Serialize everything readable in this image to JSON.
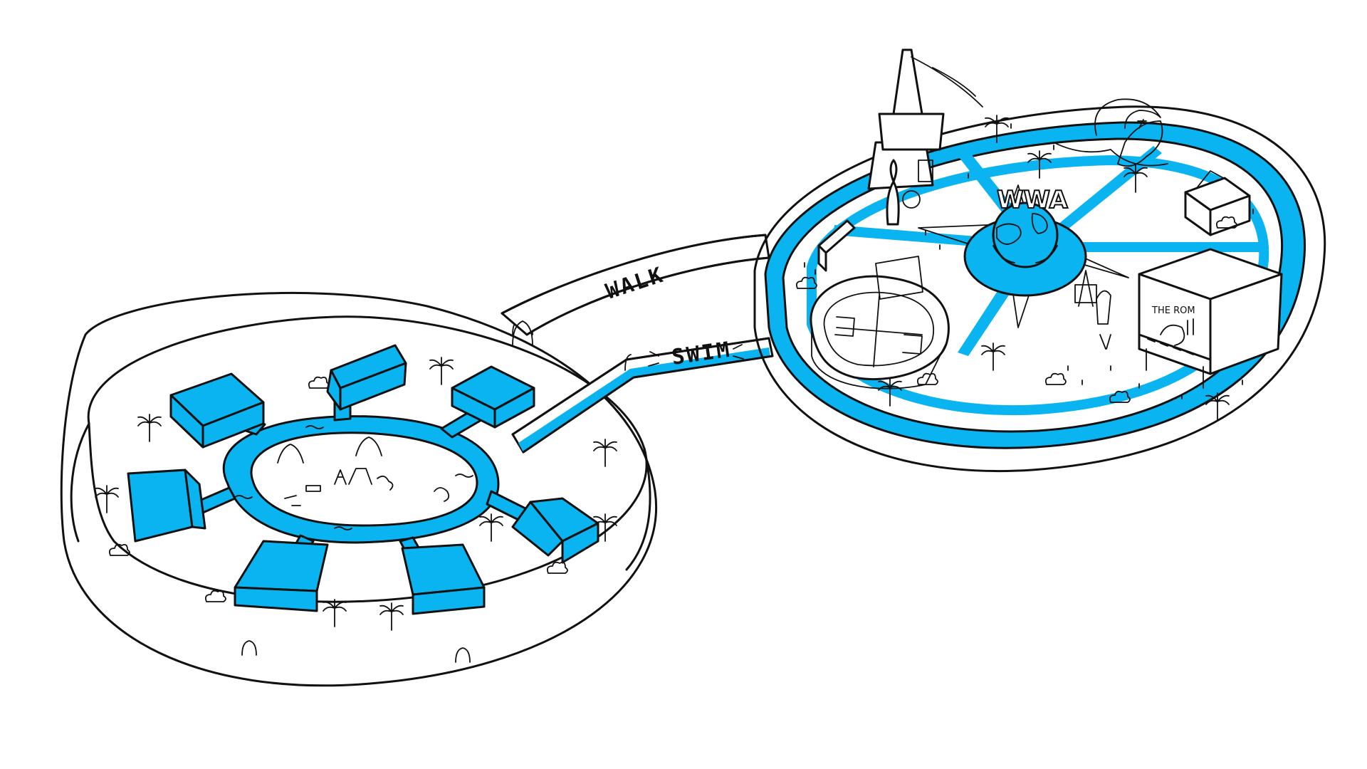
{
  "labels": {
    "walk_bridge": "WALK",
    "swim_channel": "SWIM",
    "globe_sign": "WWA",
    "billboard": "THE ROM"
  },
  "colors": {
    "accent": "#0ab4f0",
    "ink": "#111111",
    "background": "#ffffff"
  },
  "icons": [
    "palm-tree-icon",
    "swimmer-icon",
    "surfer-icon",
    "globe-icon",
    "bowling-pin-icon",
    "easel-icon",
    "piano-icon",
    "playground-icon",
    "stadium-icon"
  ]
}
